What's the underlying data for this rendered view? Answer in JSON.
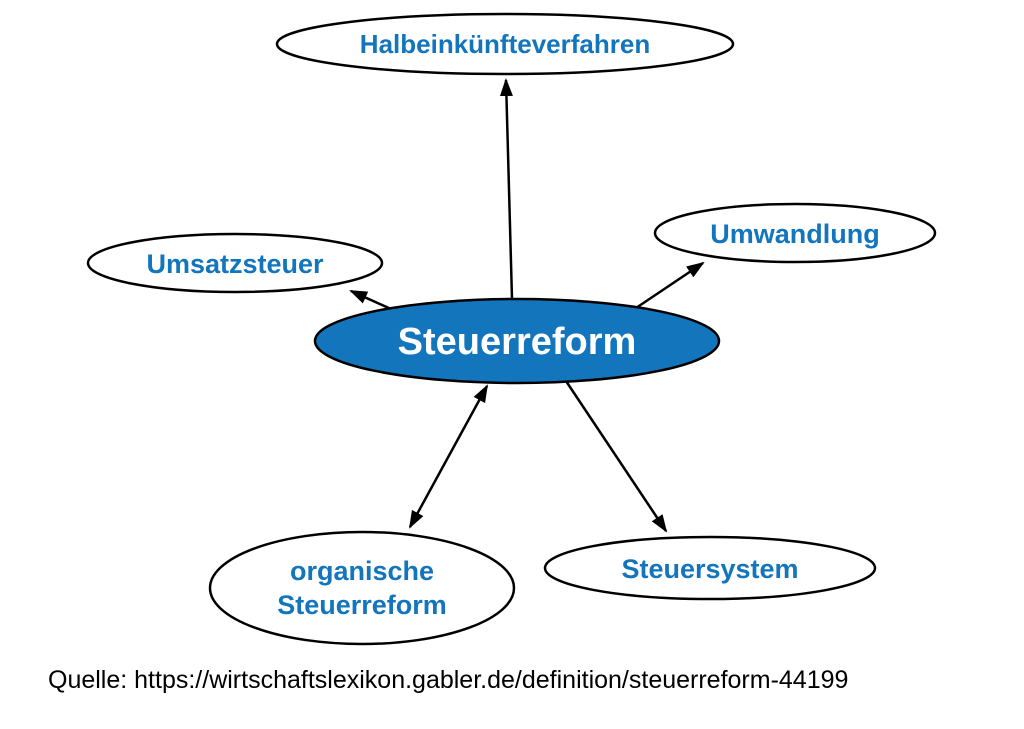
{
  "diagram": {
    "center": {
      "label": "Steuerreform"
    },
    "nodes": [
      {
        "id": "halbeinkuenfteverfahren",
        "label": "Halbeinkünfteverfahren"
      },
      {
        "id": "umwandlung",
        "label": "Umwandlung"
      },
      {
        "id": "umsatzsteuer",
        "label": "Umsatzsteuer"
      },
      {
        "id": "organische-steuerreform",
        "label_line1": "organische",
        "label_line2": "Steuerreform"
      },
      {
        "id": "steuersystem",
        "label": "Steuersystem"
      }
    ],
    "colors": {
      "center_fill": "#1375BC",
      "center_text": "#FFFFFF",
      "node_text": "#1375BC",
      "stroke": "#000000",
      "background": "#FFFFFF"
    }
  },
  "source": {
    "label": "Quelle: https://wirtschaftslexikon.gabler.de/definition/steuerreform-44199"
  }
}
